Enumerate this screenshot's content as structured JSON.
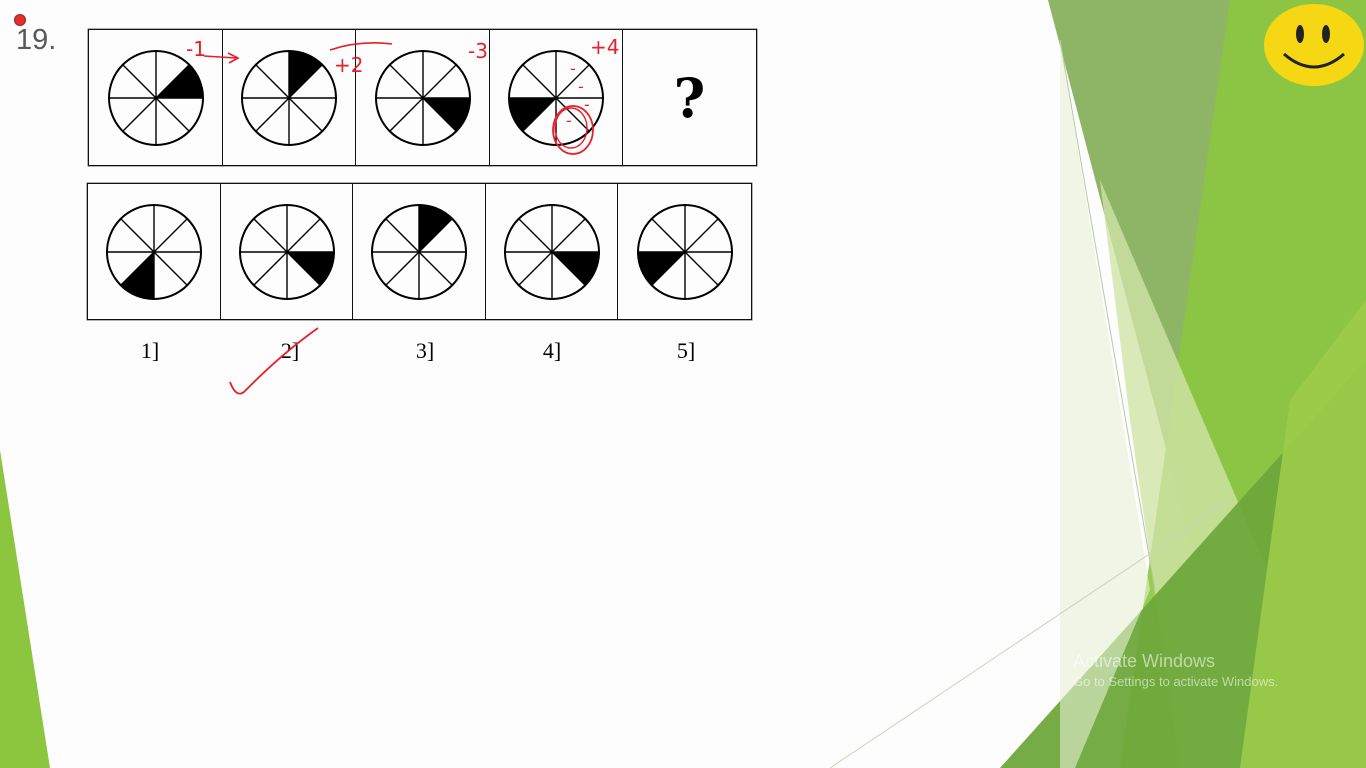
{
  "question": {
    "number": "19.",
    "missing_symbol": "?"
  },
  "problem_figures": [
    {
      "filled_sector": 1
    },
    {
      "filled_sector": 0
    },
    {
      "filled_sector": 2
    },
    {
      "filled_sector": 5
    }
  ],
  "answer_figures": [
    {
      "filled_sector": 4,
      "label": "1]"
    },
    {
      "filled_sector": 2,
      "label": "2]"
    },
    {
      "filled_sector": 0,
      "label": "3]"
    },
    {
      "filled_sector": 2,
      "label": "4]"
    },
    {
      "filled_sector": 5,
      "label": "5]"
    }
  ],
  "annotations": {
    "step1": "-1",
    "step2": "+2",
    "step3": "-3",
    "step4": "+4",
    "minus_mark": "-",
    "chosen_answer": "2]"
  },
  "watermark": {
    "title": "Activate Windows",
    "subtitle": "Go to Settings to activate Windows."
  },
  "colors": {
    "ink_red": "#e8202a",
    "green_dark": "#4f8f2a",
    "green_mid": "#76ad3b",
    "green_light": "#9ccb4a",
    "green_pale": "#cfe3a6",
    "smiley_yellow": "#f6d713"
  }
}
